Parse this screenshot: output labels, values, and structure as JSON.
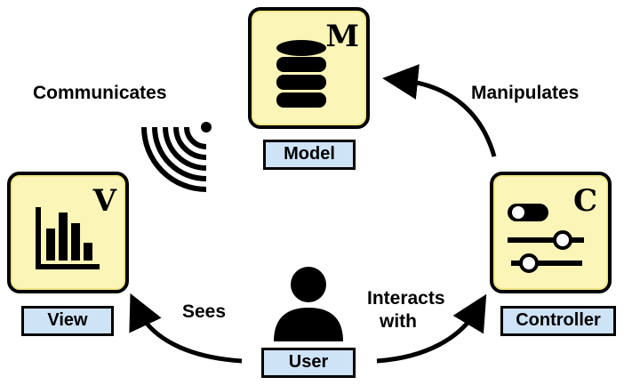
{
  "nodes": {
    "model": {
      "letter": "M",
      "label": "Model"
    },
    "view": {
      "letter": "V",
      "label": "View"
    },
    "controller": {
      "letter": "C",
      "label": "Controller"
    },
    "user": {
      "label": "User"
    }
  },
  "edges": {
    "communicates": "Communicates",
    "manipulates": "Manipulates",
    "sees": "Sees",
    "interacts_line1": "Interacts",
    "interacts_line2": "with"
  },
  "colors": {
    "box_fill": "#fbf5b8",
    "label_fill": "#cfe3f7",
    "stroke": "#000000"
  },
  "icons": {
    "model": "database-icon",
    "view": "bar-chart-icon",
    "controller": "sliders-icon",
    "user": "person-icon",
    "communicates": "wireless-signal-icon"
  }
}
